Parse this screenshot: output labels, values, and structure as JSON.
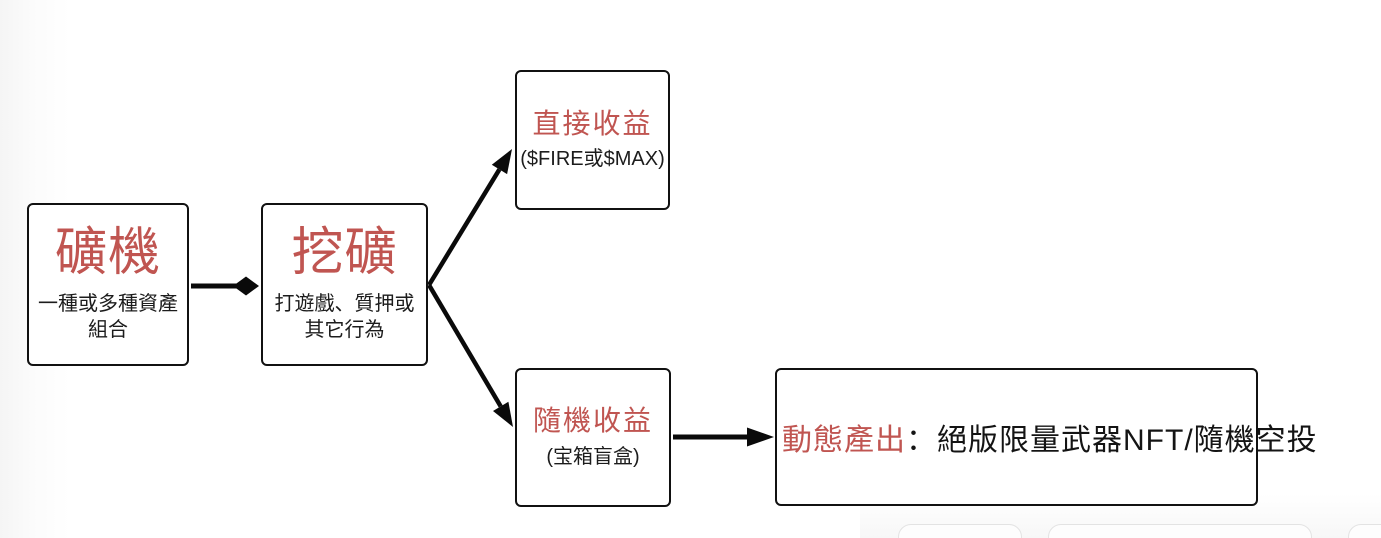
{
  "flowchart": {
    "miner": {
      "title": "礦機",
      "subtitle": "一種或多種資產組合"
    },
    "mining": {
      "title": "挖礦",
      "subtitle": "打遊戲、質押或其它行為"
    },
    "direct_income": {
      "title": "直接收益",
      "subtitle": "($FIRE或$MAX)"
    },
    "random_income": {
      "title": "隨機收益",
      "subtitle": "(宝箱盲盒)"
    },
    "dynamic_output": {
      "label": "動態產出",
      "text": "：絕版限量武器NFT/隨機空投"
    }
  },
  "colors": {
    "accent_red": "#c05551",
    "node_border": "#111111",
    "arrow": "#0a0a0a",
    "chip_border": "#e3e3e3"
  }
}
